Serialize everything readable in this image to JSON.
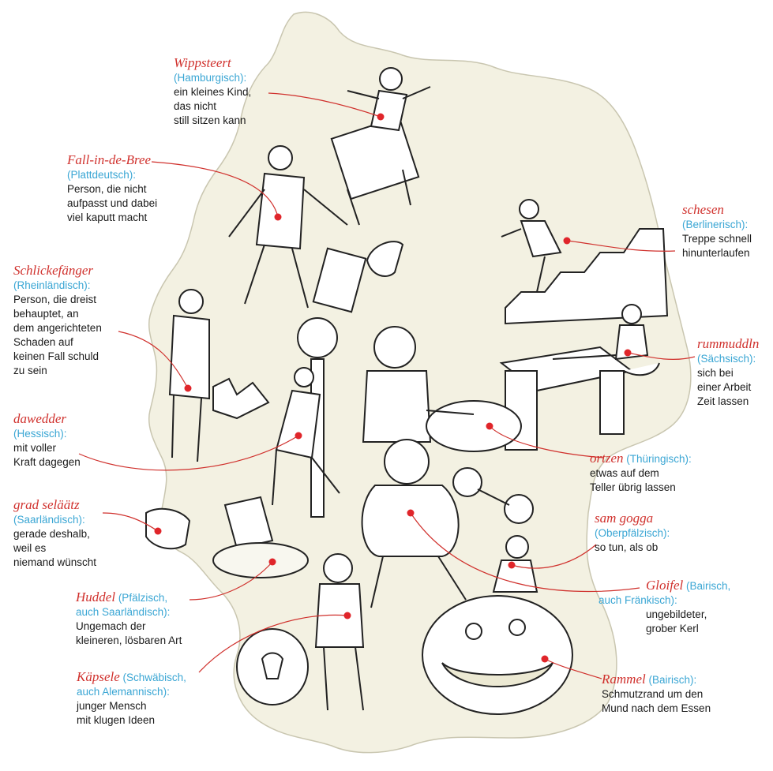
{
  "colors": {
    "term": "#d0312d",
    "dialect": "#3aa6d4",
    "text": "#1a1a1a",
    "map_fill": "#f3f1e2",
    "line": "#d0312d",
    "dot": "#e0252a"
  },
  "illustration": {
    "scenes": [
      "child-on-chair",
      "clumsy-man-breaking-vase",
      "woman-running-stairs",
      "man-relaxing-desk",
      "man-broken-egg",
      "man-with-lamppost",
      "man-with-plate",
      "tipped-cup-puddle",
      "fat-man",
      "child-with-dumbbell",
      "boy-with-lightbulb",
      "dirty-mouth-face"
    ]
  },
  "annotations": [
    {
      "term": "Wippsteert",
      "dialect": "(Hamburgisch):",
      "meaning": [
        "ein kleines Kind,",
        "das nicht",
        "still sitzen kann"
      ]
    },
    {
      "term": "Fall-in-de-Bree",
      "dialect": "(Plattdeutsch):",
      "meaning": [
        "Person, die nicht",
        "aufpasst und dabei",
        "viel kaputt macht"
      ]
    },
    {
      "term": "schesen",
      "dialect": "(Berlinerisch):",
      "meaning": [
        "Treppe schnell",
        "hinunterlaufen"
      ]
    },
    {
      "term": "Schlickefänger",
      "dialect": "(Rheinländisch):",
      "meaning": [
        "Person, die dreist",
        "behauptet, an",
        "dem angerichteten",
        "Schaden auf",
        "keinen Fall schuld",
        "zu sein"
      ]
    },
    {
      "term": "rummuddln",
      "dialect": "(Sächsisch):",
      "meaning": [
        "sich bei",
        "einer Arbeit",
        "Zeit lassen"
      ]
    },
    {
      "term": "dawedder",
      "dialect": "(Hessisch):",
      "meaning": [
        "mit voller",
        "Kraft dagegen"
      ]
    },
    {
      "term": "ortzen",
      "dialect": "(Thüringisch):",
      "meaning": [
        "etwas auf dem",
        "Teller übrig lassen"
      ]
    },
    {
      "term": "grad seläätz",
      "dialect": "(Saarländisch):",
      "meaning": [
        "gerade deshalb,",
        "weil es",
        "niemand wünscht"
      ]
    },
    {
      "term": "sam gogga",
      "dialect": "(Oberpfälzisch):",
      "meaning": [
        "so tun, als ob"
      ]
    },
    {
      "term": "Gloifel",
      "dialect": "(Bairisch,",
      "dialect2": "auch Fränkisch):",
      "meaning": [
        "ungebildeter,",
        "grober Kerl"
      ]
    },
    {
      "term": "Huddel",
      "dialect": "(Pfälzisch,",
      "dialect2": "auch Saarländisch):",
      "meaning": [
        "Ungemach der",
        "kleineren, lösbaren Art"
      ]
    },
    {
      "term": "Käpsele",
      "dialect": "(Schwäbisch,",
      "dialect2": "auch Alemannisch):",
      "meaning": [
        "junger Mensch",
        "mit klugen Ideen"
      ]
    },
    {
      "term": "Rammel",
      "dialect": "(Bairisch):",
      "meaning": [
        "Schmutzrand um den",
        "Mund nach dem Essen"
      ]
    }
  ]
}
